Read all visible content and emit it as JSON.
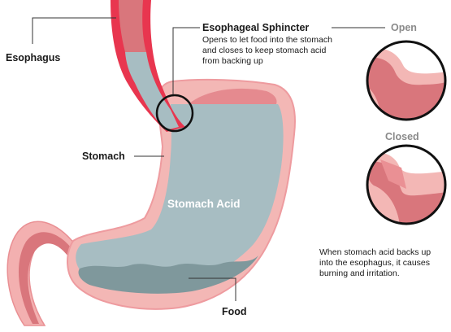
{
  "labels": {
    "esophagus": "Esophagus",
    "sphincter_title": "Esophageal Sphincter",
    "sphincter_description": "Opens to let food into the stomach\nand closes to keep stomach acid\nfrom backing up",
    "stomach": "Stomach",
    "stomach_acid": "Stomach Acid",
    "food": "Food",
    "open": "Open",
    "closed": "Closed",
    "reflux_note": "When stomach acid backs up\ninto the esophagus, it causes\nburning and irritation."
  },
  "colors": {
    "tissue_pink": "#ef9fa0",
    "tissue_dark": "#d9767c",
    "wall_red": "#e8364f",
    "acid_blue": "#a7bdc2",
    "food_grey": "#7f989c",
    "leader_line": "#333333",
    "circle_outline": "#111111"
  }
}
